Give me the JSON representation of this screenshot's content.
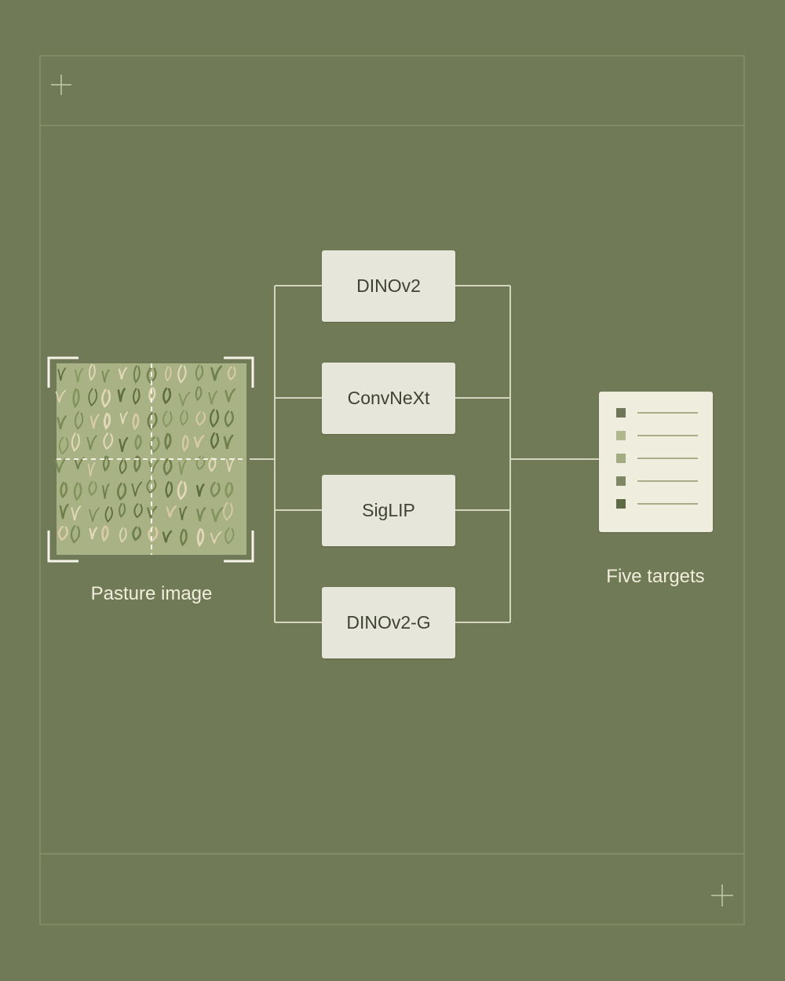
{
  "input": {
    "label": "Pasture image"
  },
  "models": [
    {
      "label": "DINOv2"
    },
    {
      "label": "ConvNeXt"
    },
    {
      "label": "SigLIP"
    },
    {
      "label": "DINOv2-G"
    }
  ],
  "output": {
    "label": "Five targets",
    "rows": [
      {
        "color": "#6d7657"
      },
      {
        "color": "#b0b88d"
      },
      {
        "color": "#a2ab82"
      },
      {
        "color": "#7f8865"
      },
      {
        "color": "#5e6a45"
      }
    ]
  },
  "colors": {
    "background": "#717a57",
    "frame": "#8c946f",
    "connector": "#d3d5bf",
    "box": "#e6e7da",
    "card": "#efeddd",
    "caption": "#f1eedc"
  }
}
